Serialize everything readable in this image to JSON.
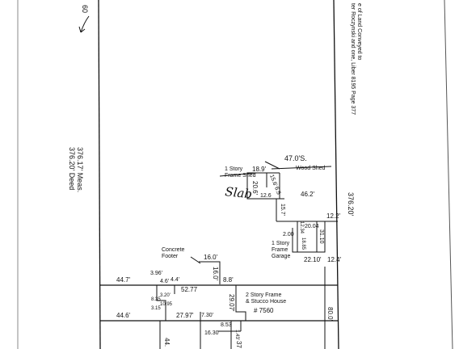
{
  "left_parcel": {
    "clipped_label": "60",
    "deed": "376.20' Deed",
    "meas": "376.17' Meas."
  },
  "right_parcel": {
    "line1": "e of Land Conveyed to",
    "line2": "ter Roczynski and one, Liber 8195 Page 377",
    "frontage": "376.20'"
  },
  "sheds": {
    "frame_shed": "1 Story\nFrame Shed",
    "wood_shed": "Wood Shed",
    "offset": "47.0'S.",
    "slab": "Slab"
  },
  "garage": {
    "label": "1 Story\nFrame\nGarage"
  },
  "footer": {
    "label": "Concrete\nFooter"
  },
  "house": {
    "label": "2 Story Frame\n& Stucco House",
    "number": "# 7560"
  },
  "dimensions": {
    "d18_9": "18.9'",
    "d15_6": "15.6'",
    "d6_5": "6.5",
    "d20_6": "20.6'",
    "d12_6": "12.6",
    "d46_2": "46.2'",
    "d15_7": "15.7'",
    "d12_2": "12.2'",
    "d20_04": "20.04",
    "d12_34": "12.34",
    "d2_00": "2.00",
    "d31_10": "31.10",
    "d18_85": "18.85",
    "d22_10": "22.10'",
    "d12_4": "12.4'",
    "d16_0": "16.0'",
    "d16_0v": "16.0'",
    "d8_8": "8.8'",
    "d44_7": "44.7'",
    "d4_6": "4.6'",
    "d4_4": "4.4'",
    "d3_96": "3.96'",
    "d52_77": "52.77",
    "d29_07": "29.07'",
    "d8_35": "8.35",
    "d3_20": "3.20'",
    "d3_15": "3.15",
    "d10_95": "10.95",
    "d44_6": "44.6'",
    "d27_97": "27.97'",
    "d7_30": "7.30'",
    "d8_53": "8.53",
    "d16_30": "16.30",
    "d1_43": "1.43'",
    "d80_0": "80.0'",
    "d44": "44.",
    "d37": "37"
  }
}
